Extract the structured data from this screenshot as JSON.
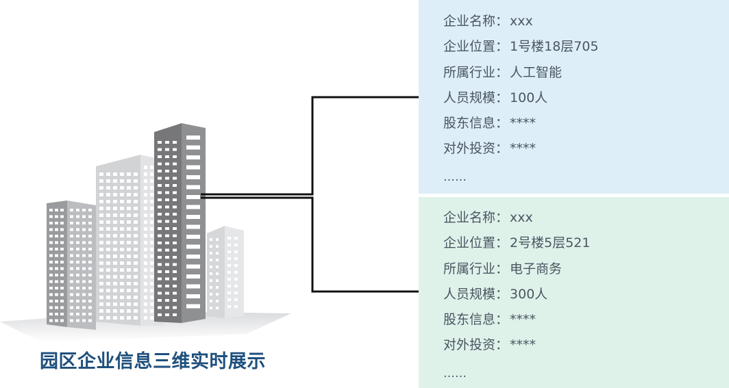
{
  "caption": "园区企业信息三维实时展示",
  "companies": [
    {
      "rows": [
        {
          "label": "企业名称：",
          "value": "xxx"
        },
        {
          "label": "企业位置：",
          "value": "1号楼18层705"
        },
        {
          "label": "所属行业：",
          "value": "人工智能"
        },
        {
          "label": "人员规模：",
          "value": "100人"
        },
        {
          "label": "股东信息：",
          "value": "****"
        },
        {
          "label": "对外投资：",
          "value": "****"
        }
      ],
      "more": "……",
      "background": "#ddeef9"
    },
    {
      "rows": [
        {
          "label": "企业名称：",
          "value": "xxx"
        },
        {
          "label": "企业位置：",
          "value": "2号楼5层521"
        },
        {
          "label": "所属行业：",
          "value": "电子商务"
        },
        {
          "label": "人员规模：",
          "value": "300人"
        },
        {
          "label": "股东信息：",
          "value": "****"
        },
        {
          "label": "对外投资：",
          "value": "****"
        }
      ],
      "more": "……",
      "background": "#dff2ea"
    }
  ],
  "colors": {
    "caption": "#1e4f7c",
    "connector": "#111111",
    "text": "#4a5561"
  }
}
